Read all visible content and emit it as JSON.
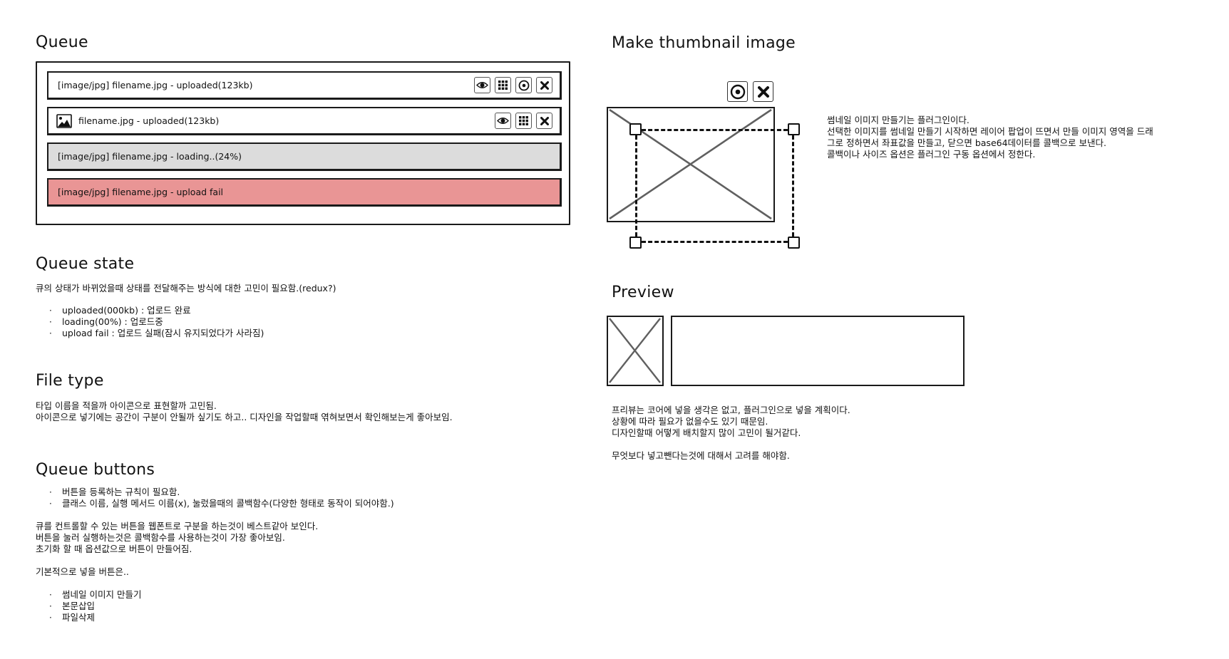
{
  "queue": {
    "title": "Queue",
    "items": [
      {
        "label": "[image/jpg] filename.jpg - uploaded(123kb)",
        "state": "uploaded",
        "type_display": "text",
        "buttons": [
          "eye-icon",
          "grid-icon",
          "target-icon",
          "close-icon"
        ]
      },
      {
        "label": "filename.jpg - uploaded(123kb)",
        "state": "uploaded",
        "type_display": "icon",
        "buttons": [
          "eye-icon",
          "grid-icon",
          "close-icon"
        ]
      },
      {
        "label": "[image/jpg] filename.jpg - loading..(24%)",
        "state": "loading",
        "bg_color": "#dcdcdc"
      },
      {
        "label": "[image/jpg] filename.jpg - upload fail",
        "state": "fail",
        "bg_color": "#e99595"
      }
    ]
  },
  "queue_state": {
    "title": "Queue state",
    "description": "큐의 상태가 바뀌었을때 상태를 전달해주는 방식에 대한 고민이 필요함.(redux?)",
    "bullets": [
      "uploaded(000kb) : 업로드 완료",
      "loading(00%) : 업로드중",
      "upload fail : 업로드 실패(잠시 유지되었다가 사라짐)"
    ]
  },
  "file_type": {
    "title": "File type",
    "lines": [
      "타입 이름을 적을까 아이콘으로 표현할까 고민됨.",
      "아이콘으로 넣기에는 공간이 구분이 안될까 싶기도 하고.. 디자인을 작업할때 엮혀보면서 확인해보는게 좋아보임."
    ]
  },
  "queue_buttons": {
    "title": "Queue buttons",
    "bullets": [
      "버튼을 등록하는 규칙이 필요함.",
      "클래스 이름, 실행 메서드 이름(x), 눌렀을때의 콜백함수(다양한 형태로 동작이 되어야함.)"
    ],
    "lines": [
      "큐를 컨트롤할 수 있는 버튼을 웹폰트로 구분을 하는것이 베스트같아 보인다.",
      "버튼을 눌러 실행하는것은 콜백함수를 사용하는것이 가장 좋아보임.",
      "초기화 할 때 옵션값으로 버튼이 만들어짐."
    ],
    "default_intro": "기본적으로 넣을 버튼은..",
    "default_buttons": [
      "썸네일 이미지 만들기",
      "본문삽입",
      "파일삭제"
    ]
  },
  "thumbnail": {
    "title": "Make thumbnail image",
    "buttons": [
      "target-icon",
      "close-icon"
    ],
    "lines": [
      "썸네일 이미지 만들기는 플러그인이다.",
      "선택한 이미지를 썸네일 만들기 시작하면 레이어 팝업이 뜨면서 만들 이미지 영역을 드래",
      "그로 정하면서 좌표값을 만들고, 닫으면 base64데이터를 콜백으로 보낸다.",
      "콜백이나 사이즈 옵션은 플러그인 구동 옵션에서 정한다."
    ]
  },
  "preview": {
    "title": "Preview",
    "lines": [
      "프리뷰는 코어에 넣을 생각은 없고, 플러그인으로 넣을 계획이다.",
      "상황에 따라 필요가 없을수도 있기 때문임.",
      "디자인할때 어떻게 배치할지 많이 고민이 될거같다.",
      "",
      "무엇보다 넣고뺀다는것에 대해서 고려를 해야함."
    ]
  },
  "bullet_glyph": "·"
}
